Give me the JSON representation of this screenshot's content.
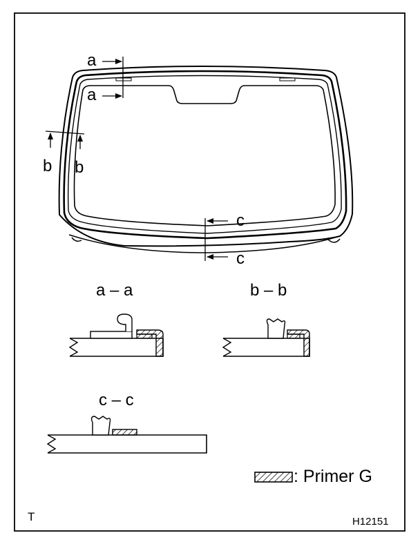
{
  "labels": {
    "arrow_a": "a",
    "arrow_b": "b",
    "arrow_c": "c"
  },
  "sections": {
    "aa": "a – a",
    "bb": "b – b",
    "cc": "c – c"
  },
  "legend": {
    "text": ": Primer G"
  },
  "corner_mark": "T",
  "figure_id": "H12151"
}
